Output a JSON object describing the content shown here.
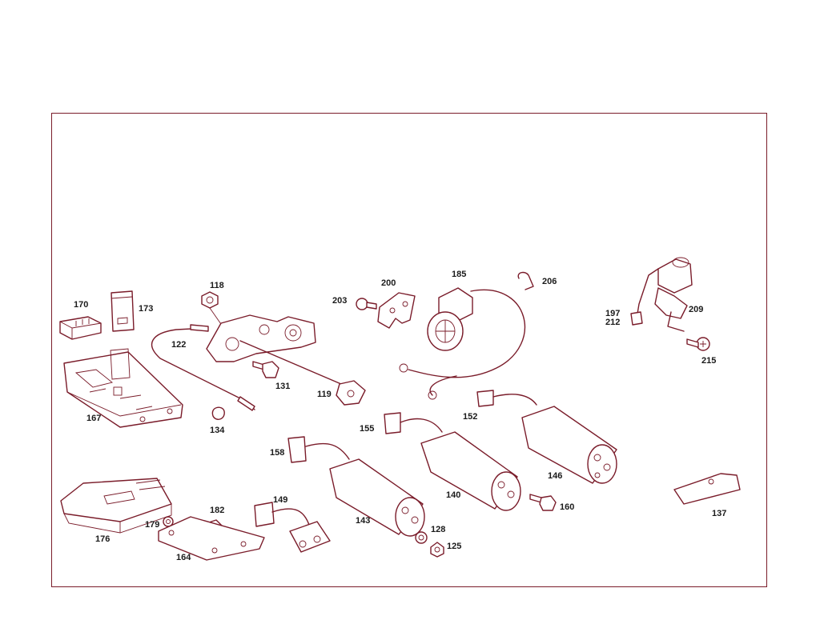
{
  "colors": {
    "line": "#7a1c2a",
    "frame": "#7a1c2a",
    "background": "#ffffff",
    "label": "#1a1a1a"
  },
  "labels": {
    "p118": "118",
    "p122": "122",
    "p131": "131",
    "p119": "119",
    "p134": "134",
    "p170": "170",
    "p173": "173",
    "p167": "167",
    "p200": "200",
    "p203": "203",
    "p185": "185",
    "p206": "206",
    "p197": "197",
    "p212": "212",
    "p209": "209",
    "p215": "215",
    "p152": "152",
    "p155": "155",
    "p158": "158",
    "p146": "146",
    "p140": "140",
    "p160": "160",
    "p143": "143",
    "p128": "128",
    "p125": "125",
    "p149": "149",
    "p182": "182",
    "p179": "179",
    "p176": "176",
    "p164": "164",
    "p137": "137"
  }
}
